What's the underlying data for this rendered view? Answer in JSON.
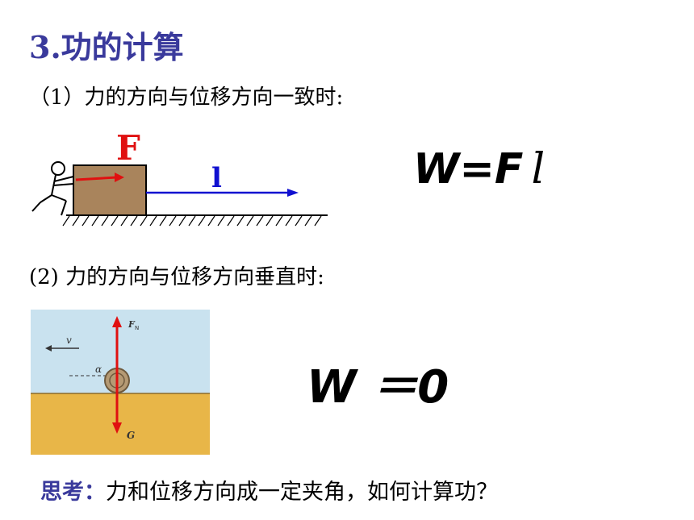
{
  "title": "3.功的计算",
  "case1": {
    "heading": "（1）力的方向与位移方向一致时:",
    "force_label": "F",
    "displacement_label": "l",
    "formula_main": "W=F",
    "formula_var": "l"
  },
  "case2": {
    "heading": "(2) 力的方向与位移方向垂直时:",
    "velocity_label": "v",
    "normal_force_label": "F",
    "normal_force_sub": "N",
    "angle_label": "α",
    "gravity_label": "G",
    "formula": "W ＝0"
  },
  "think": {
    "label": "思考：",
    "text": "力和位移方向成一定夹角，如何计算功？"
  },
  "colors": {
    "title": "#3a3a9c",
    "force_arrow": "#e01010",
    "displacement_arrow": "#1010d0",
    "box": "#a9845c",
    "sky": "#c9e2ef",
    "ground": "#e8b648"
  }
}
